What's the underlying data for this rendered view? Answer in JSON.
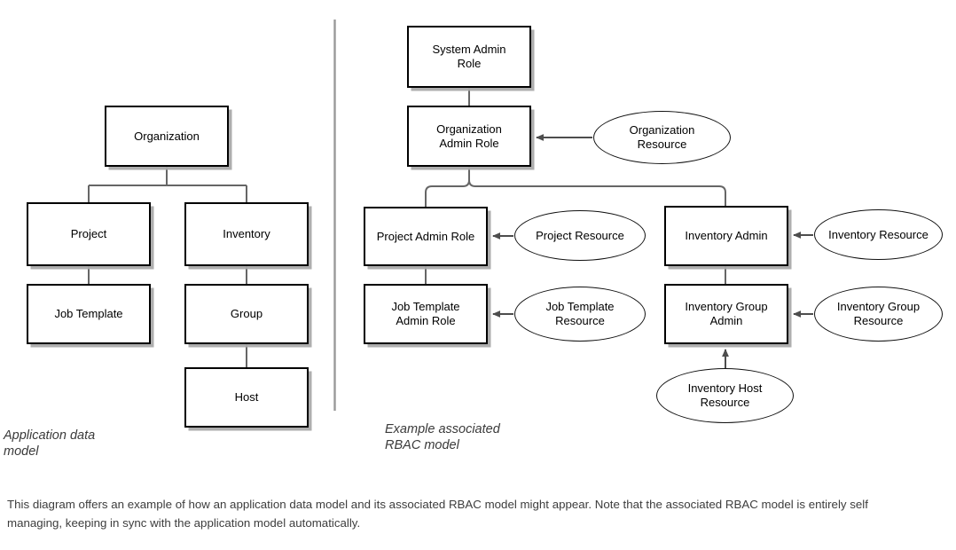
{
  "figure": {
    "caption": "This diagram offers an example of how an application data model and its associated RBAC model might appear. Note that the associated RBAC model is entirely self managing, keeping in sync with the application model automatically.",
    "divider_color": "#999999",
    "box_border_color": "#000000",
    "box_shadow_color": "#aaaaaa",
    "connector_color": "#666666",
    "arrow_color": "#4d4d4d",
    "label_color": "#3a3a3a"
  },
  "left_panel": {
    "label": "Application data\nmodel",
    "nodes": [
      {
        "id": "organization",
        "label": "Organization"
      },
      {
        "id": "project",
        "label": "Project"
      },
      {
        "id": "inventory",
        "label": "Inventory"
      },
      {
        "id": "job-template",
        "label": "Job Template"
      },
      {
        "id": "group",
        "label": "Group"
      },
      {
        "id": "host",
        "label": "Host"
      }
    ],
    "edges": [
      {
        "from": "organization",
        "to": "project"
      },
      {
        "from": "organization",
        "to": "inventory"
      },
      {
        "from": "project",
        "to": "job-template"
      },
      {
        "from": "inventory",
        "to": "group"
      },
      {
        "from": "group",
        "to": "host"
      }
    ]
  },
  "right_panel": {
    "label": "Example associated\nRBAC model",
    "role_nodes": [
      {
        "id": "system-admin-role",
        "label": "System Admin\nRole"
      },
      {
        "id": "organization-admin-role",
        "label": "Organization\nAdmin Role"
      },
      {
        "id": "project-admin-role",
        "label": "Project Admin Role"
      },
      {
        "id": "inventory-admin",
        "label": "Inventory Admin"
      },
      {
        "id": "job-template-admin-role",
        "label": "Job Template\nAdmin Role"
      },
      {
        "id": "inventory-group-admin",
        "label": "Inventory Group\nAdmin"
      }
    ],
    "resource_nodes": [
      {
        "id": "organization-resource",
        "label": "Organization\nResource"
      },
      {
        "id": "project-resource",
        "label": "Project Resource"
      },
      {
        "id": "inventory-resource",
        "label": "Inventory Resource"
      },
      {
        "id": "job-template-resource",
        "label": "Job Template\nResource"
      },
      {
        "id": "inventory-group-resource",
        "label": "Inventory Group\nResource"
      },
      {
        "id": "inventory-host-resource",
        "label": "Inventory Host\nResource"
      }
    ],
    "role_edges": [
      {
        "from": "system-admin-role",
        "to": "organization-admin-role"
      },
      {
        "from": "organization-admin-role",
        "to": "project-admin-role"
      },
      {
        "from": "organization-admin-role",
        "to": "inventory-admin"
      },
      {
        "from": "project-admin-role",
        "to": "job-template-admin-role"
      },
      {
        "from": "inventory-admin",
        "to": "inventory-group-admin"
      }
    ],
    "resource_edges": [
      {
        "from": "organization-resource",
        "to": "organization-admin-role",
        "direction": "left"
      },
      {
        "from": "project-resource",
        "to": "project-admin-role",
        "direction": "left"
      },
      {
        "from": "inventory-resource",
        "to": "inventory-admin",
        "direction": "left"
      },
      {
        "from": "job-template-resource",
        "to": "job-template-admin-role",
        "direction": "left"
      },
      {
        "from": "inventory-group-resource",
        "to": "inventory-group-admin",
        "direction": "left"
      },
      {
        "from": "inventory-host-resource",
        "to": "inventory-group-admin",
        "direction": "up"
      }
    ]
  }
}
